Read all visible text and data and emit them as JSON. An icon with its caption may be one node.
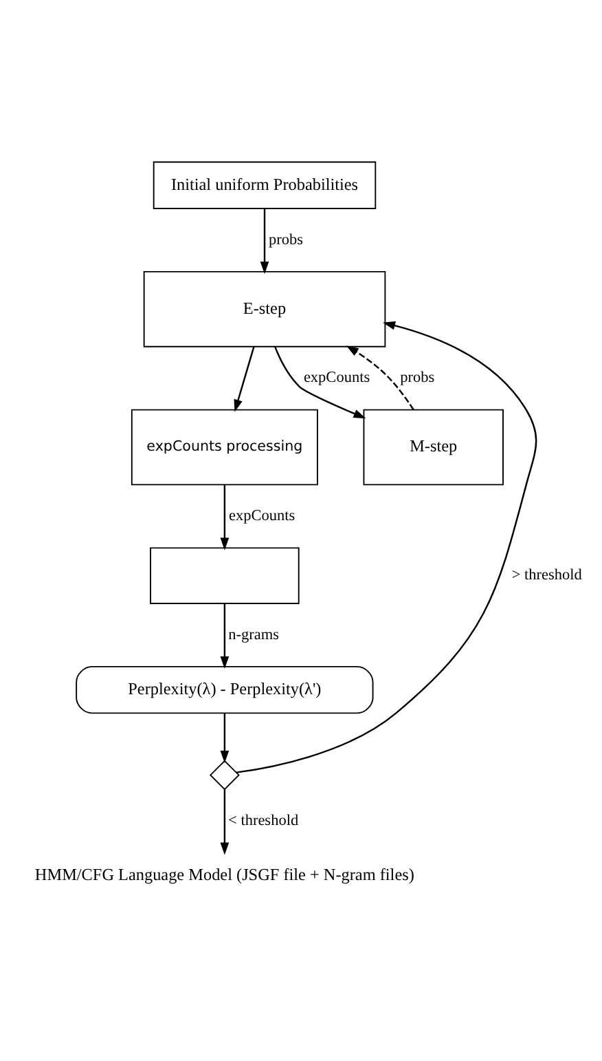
{
  "diagram": {
    "nodes": [
      {
        "text": [
          "Initial uniform Probabilities"
        ]
      },
      {
        "text": [
          "E-step"
        ]
      },
      {
        "text": [
          "expCounts processing"
        ]
      },
      {
        "text": [
          "M-step"
        ]
      },
      {
        "text": [],
        "shape": "box"
      },
      {
        "text": [
          "Perplexity(λ) - Perplexity(λ')"
        ]
      },
      {
        "text": [],
        "shape": "diamond"
      },
      {
        "text": [
          "HMM/CFG Language Model (JSGF file + N-gram files)"
        ]
      }
    ],
    "edges": [
      {
        "from": 0,
        "to": 1,
        "arrow": "to",
        "label": "probs"
      },
      {
        "from": 1,
        "to": 2,
        "arrow": "to"
      },
      {
        "from": 1,
        "to": 3,
        "arrow": "to",
        "label": "expCounts"
      },
      {
        "from": 3,
        "to": 1,
        "arrow": "to",
        "label": "probs",
        "style": "dashed"
      },
      {
        "from": 2,
        "to": 4,
        "arrow": "to",
        "label": "expCounts"
      },
      {
        "from": 4,
        "to": 5,
        "arrow": "to",
        "label": "n-grams"
      },
      {
        "from": 5,
        "to": 6,
        "arrow": "to"
      },
      {
        "from": 6,
        "to": 1,
        "arrow": "to",
        "label": "> threshold"
      },
      {
        "from": 6,
        "to": 7,
        "arrow": "to",
        "label": "< threshold"
      }
    ]
  }
}
